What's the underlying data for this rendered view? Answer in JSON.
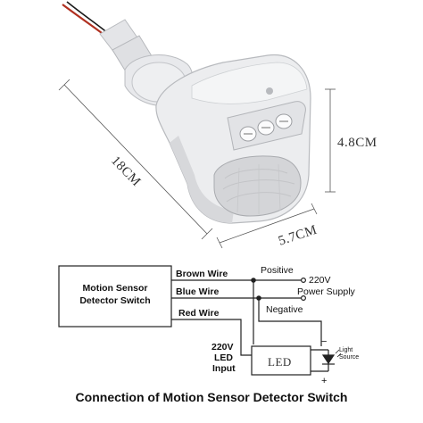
{
  "dimensions": {
    "length": "18CM",
    "height": "4.8CM",
    "width": "5.7CM"
  },
  "diagram": {
    "device_box_line1": "Motion Sensor",
    "device_box_line2": "Detector Switch",
    "brown_wire": "Brown Wire",
    "blue_wire": "Blue Wire",
    "red_wire": "Red Wire",
    "positive": "Positive",
    "voltage": "220V",
    "power_supply": "Power Supply",
    "negative": "Negative",
    "led_input_voltage": "220V",
    "led_input_line1": "LED",
    "led_input_line2": "Input",
    "led_box": "LED",
    "minus_sign": "−",
    "plus_sign": "+",
    "light_source_line1": "Light",
    "light_source_line2": "Source"
  },
  "caption": "Connection of Motion Sensor Detector Switch",
  "colors": {
    "device_body": "#ecedef",
    "device_shadow": "#c9cbcf",
    "lens": "#d9dadd",
    "wire_red": "#c0392b",
    "line": "#222222"
  }
}
